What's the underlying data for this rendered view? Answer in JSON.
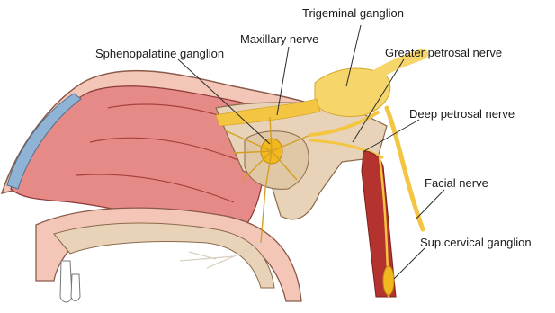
{
  "labels": {
    "trigeminal_ganglion": "Trigeminal ganglion",
    "maxillary_nerve": "Maxillary nerve",
    "sphenopalatine_ganglion": "Sphenopalatine ganglion",
    "greater_petrosal_nerve": "Greater petrosal nerve",
    "deep_petrosal_nerve": "Deep petrosal nerve",
    "facial_nerve": "Facial nerve",
    "sup_cervical_ganglion": "Sup.cervical ganglion"
  },
  "colors": {
    "nasal_cavity": "#e58a86",
    "skin": "#f3c6b8",
    "bone": "#e8d3b8",
    "nerve": "#f4c542",
    "ganglion": "#f2b81f",
    "artery": "#b5332e",
    "cartilage": "#8fb3d4",
    "leader_line": "#2b2b2b"
  }
}
